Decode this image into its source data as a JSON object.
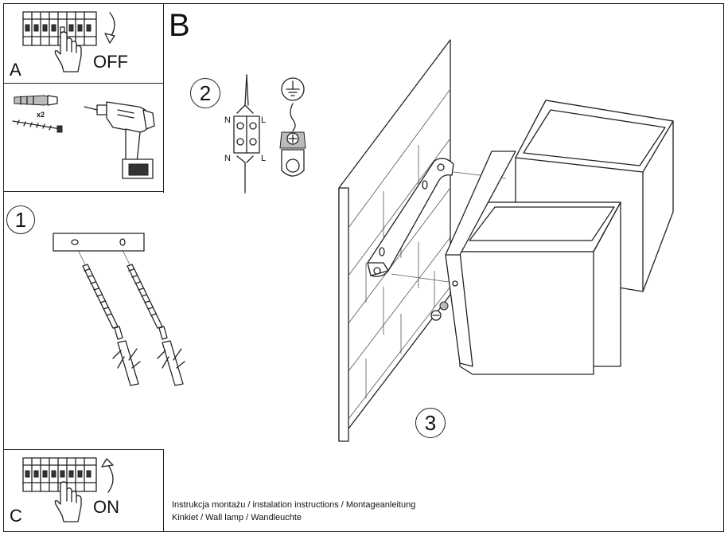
{
  "panels": {
    "a": {
      "letter": "A",
      "action": "OFF"
    },
    "b": {
      "letter": "B"
    },
    "c": {
      "letter": "C",
      "action": "ON"
    }
  },
  "kit": {
    "screw_count": "x2"
  },
  "steps": {
    "one": "1",
    "two": "2",
    "three": "3"
  },
  "wiring": {
    "top_left": "N",
    "top_right": "L",
    "bottom_left": "N",
    "bottom_right": "L"
  },
  "footer": {
    "line1": "Instrukcja montażu / instalation instructions / Montageanleitung",
    "line2": "Kinkiet / Wall lamp / Wandleuchte"
  },
  "icons": [
    "breaker-panel-icon",
    "hand-pointer-icon",
    "curved-arrow-icon",
    "wall-plug-icon",
    "screw-icon",
    "drill-icon",
    "earth-ground-icon",
    "terminal-block-icon"
  ]
}
